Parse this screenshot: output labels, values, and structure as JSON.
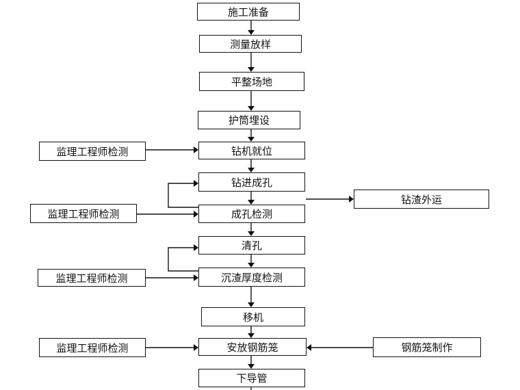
{
  "main_steps": [
    "施工准备",
    "测量放样",
    "平整场地",
    "护筒埋设",
    "钻机就位",
    "钻进成孔",
    "成孔检测",
    "清孔",
    "沉渣厚度检测",
    "移机",
    "安放钢筋笼",
    "下导管"
  ],
  "left_inputs": [
    "监理工程师检测",
    "监理工程师检测",
    "监理工程师检测",
    "监理工程师检测"
  ],
  "right_boxes": {
    "slag": "钻渣外运",
    "cage": "钢筋笼制作"
  }
}
